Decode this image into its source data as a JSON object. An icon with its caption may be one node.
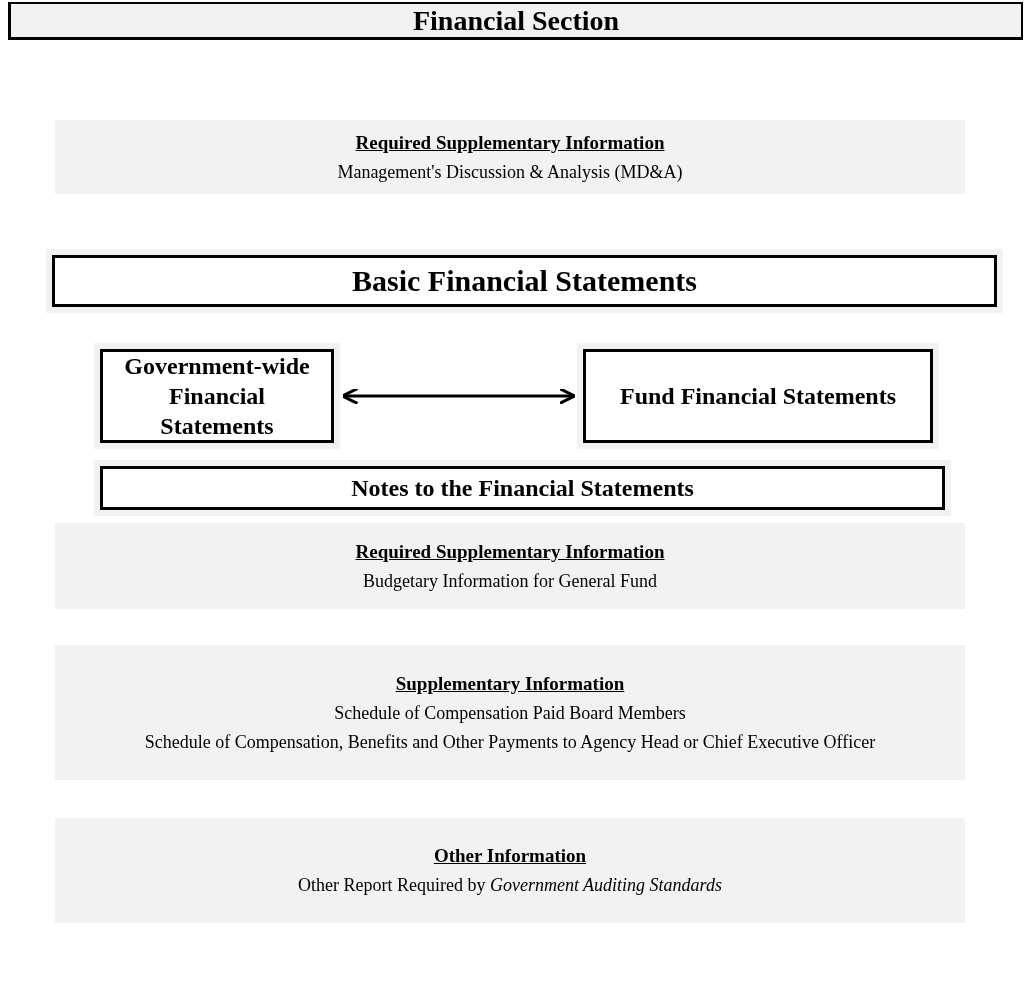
{
  "diagram": {
    "nodes": [
      {
        "text": [
          "Financial Section"
        ]
      },
      {
        "text": [
          "Required Supplementary Information",
          "Management's Discussion & Analysis (MD&A)"
        ]
      },
      {
        "text": [
          "Basic Financial Statements"
        ]
      },
      {
        "text": [
          "Government-wide Financial Statements"
        ]
      },
      {
        "text": [
          "Fund Financial Statements"
        ]
      },
      {
        "text": [
          "Notes to the Financial Statements"
        ]
      },
      {
        "text": [
          "Required Supplementary Information",
          "Budgetary Information for General Fund"
        ]
      },
      {
        "text": [
          "Supplementary Information",
          "Schedule of Compensation Paid Board Members",
          "Schedule of Compensation, Benefits and Other Payments to Agency Head or Chief Executive Officer"
        ]
      },
      {
        "text": [
          "Other Information",
          "Other Report Required by *Government Auditing Standards*"
        ]
      }
    ],
    "edges": [
      {
        "from": 3,
        "to": 4,
        "arrow": "both"
      }
    ]
  }
}
